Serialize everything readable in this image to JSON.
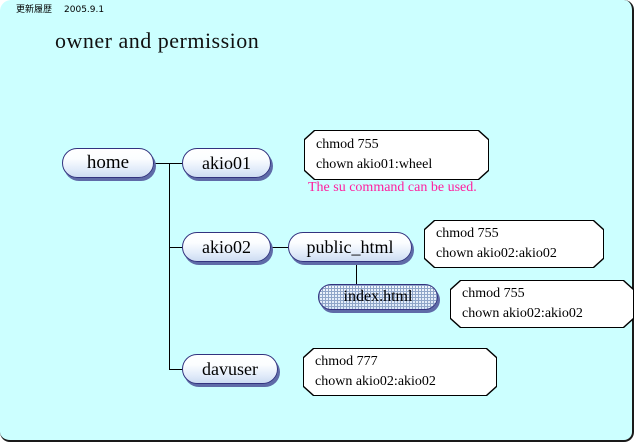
{
  "page": {
    "header_label": "更新履歴",
    "header_date": "2005.9.1",
    "title": "owner and permission",
    "background_color": "#ccffff",
    "note_color": "#ff1f9e"
  },
  "tree": {
    "nodes": [
      {
        "id": "home",
        "label": "home"
      },
      {
        "id": "akio01",
        "label": "akio01"
      },
      {
        "id": "akio02",
        "label": "akio02"
      },
      {
        "id": "public_html",
        "label": "public_html"
      },
      {
        "id": "index_html",
        "label": "index.html"
      },
      {
        "id": "davuser",
        "label": "davuser"
      }
    ]
  },
  "callouts": [
    {
      "id": "callout-akio01",
      "line1": "chmod 755",
      "line2": "chown akio01:wheel"
    },
    {
      "id": "callout-public",
      "line1": "chmod 755",
      "line2": "chown akio02:akio02"
    },
    {
      "id": "callout-index",
      "line1": "chmod 755",
      "line2": "chown akio02:akio02"
    },
    {
      "id": "callout-davuser",
      "line1": "chmod 777",
      "line2": "chown akio02:akio02"
    }
  ],
  "notes": {
    "su_note": "The su command can be used."
  }
}
